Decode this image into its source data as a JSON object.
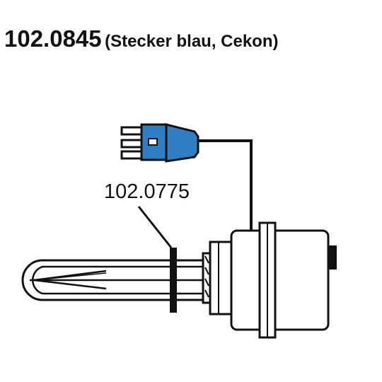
{
  "title": {
    "part_number": "102.0845",
    "subtitle": "(Stecker blau, Cekon)"
  },
  "callout": {
    "label": "102.0775"
  },
  "colors": {
    "connector_blue": "#2f7fc4",
    "line": "#111111",
    "background": "#ffffff"
  }
}
